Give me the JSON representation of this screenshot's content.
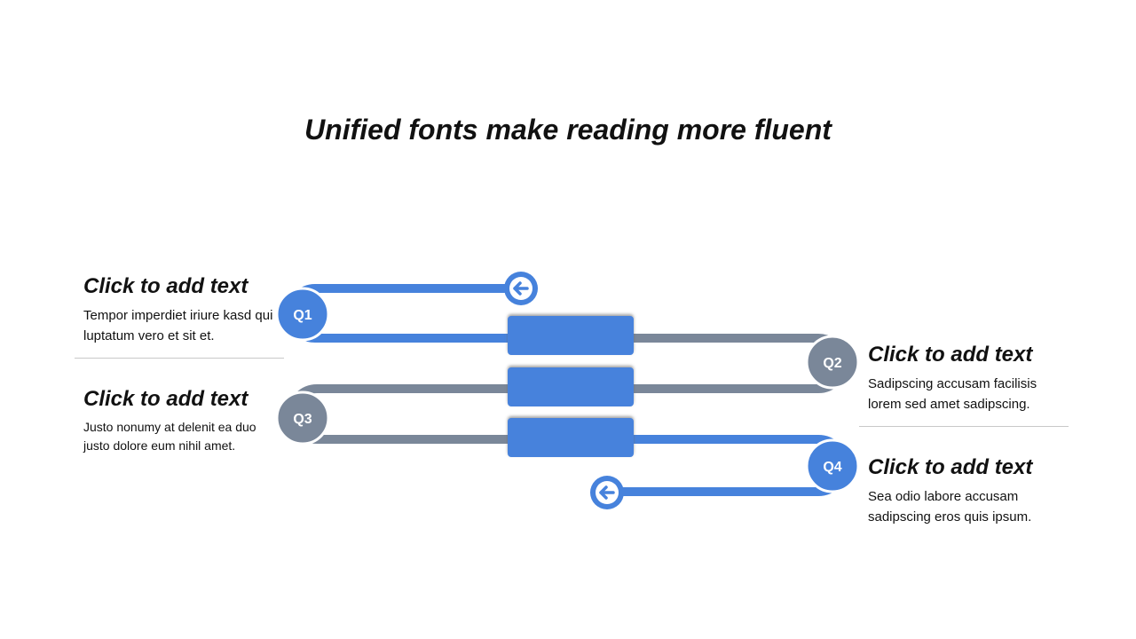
{
  "title": "Unified fonts make reading more fluent",
  "colors": {
    "accent": "#4682DC",
    "muted": "#7A8799",
    "text": "#111111"
  },
  "quarters": [
    {
      "label": "Q1",
      "color": "accent",
      "heading": "Click to add text",
      "body": "Tempor imperdiet iriure kasd qui luptatum vero et sit et."
    },
    {
      "label": "Q2",
      "color": "muted",
      "heading": "Click to add text",
      "body": "Sadipscing accusam facilisis lorem sed amet sadipscing."
    },
    {
      "label": "Q3",
      "color": "muted",
      "heading": "Click to add text",
      "body": "Justo nonumy at delenit ea duo justo dolore eum nihil amet."
    },
    {
      "label": "Q4",
      "color": "accent",
      "heading": "Click to add text",
      "body": "Sea odio labore accusam sadipscing eros quis ipsum."
    }
  ],
  "icons": {
    "start_arrow": "arrow-left-circle-icon",
    "end_arrow": "arrow-left-circle-icon"
  }
}
